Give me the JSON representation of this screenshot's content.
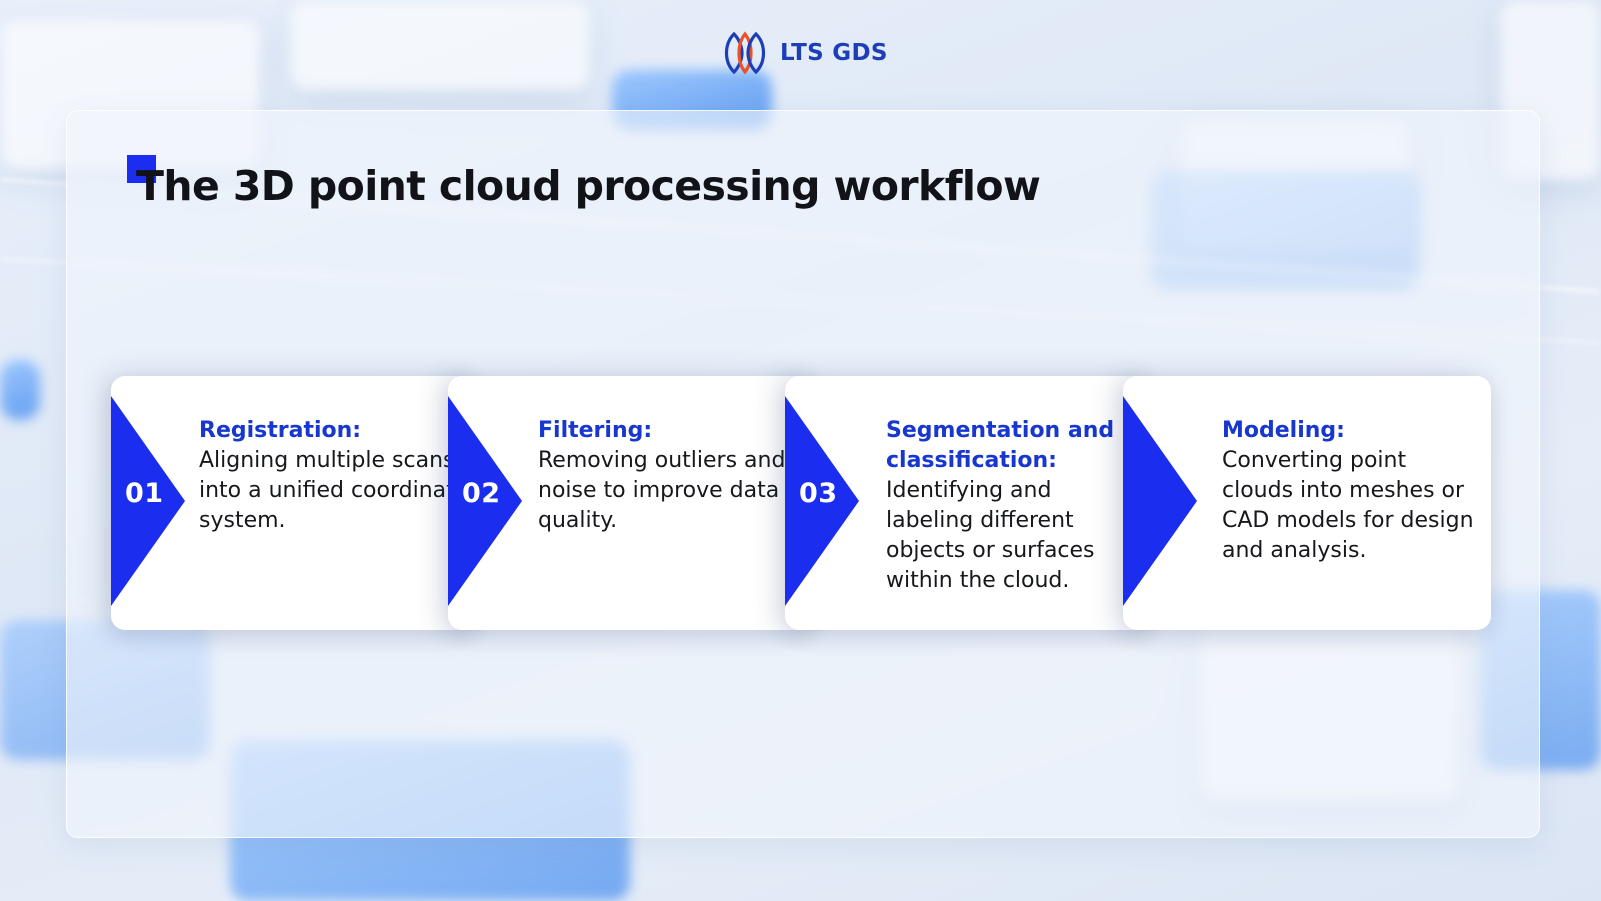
{
  "brand": {
    "name": "LTS GDS",
    "logo_icon": "lts-gds-logo-icon",
    "colors": {
      "primary_blue": "#1b2ef0",
      "navy": "#1c3fb8",
      "orange": "#e8542a"
    }
  },
  "slide": {
    "title": "The 3D point cloud processing workflow"
  },
  "steps": [
    {
      "number": "01",
      "heading": "Registration:",
      "description": "Aligning multiple scans into a unified coordinate system."
    },
    {
      "number": "02",
      "heading": "Filtering:",
      "description": "Removing outliers and noise to improve data quality."
    },
    {
      "number": "03",
      "heading": "Segmentation and classification:",
      "description": "Identifying and labeling different objects or surfaces within the cloud."
    },
    {
      "number": "",
      "heading": "Modeling:",
      "description": "Converting point clouds into meshes or CAD models for design and analysis."
    }
  ]
}
